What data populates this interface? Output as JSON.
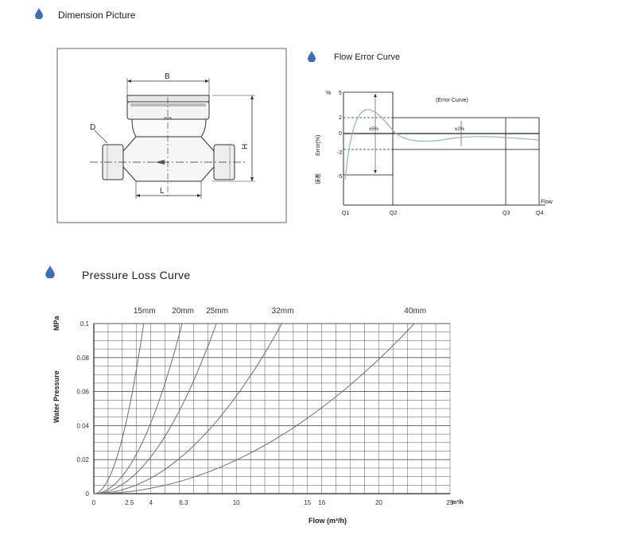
{
  "colors": {
    "accent": "#3b6fb6",
    "grid": "#555555",
    "curve": "#9aa0a6",
    "error_curve": "#8fb8b0"
  },
  "dimension": {
    "title": "Dimension Picture",
    "labels": {
      "b": "B",
      "d": "D",
      "h": "H",
      "l": "L"
    }
  },
  "flow_error": {
    "title": "Flow Error Curve",
    "y_unit": "%",
    "y_label": "Error(%)",
    "y_label_cn": "误差",
    "y_ticks": [
      "5",
      "2",
      "0",
      "-2",
      "-5"
    ],
    "x_label": "Flow",
    "x_ticks": [
      "Q1",
      "Q2",
      "Q3",
      "Q4"
    ],
    "annotation": "(Error Curve)",
    "band_low": "±5%",
    "band_high": "±2%"
  },
  "pressure": {
    "title": "Pressure Loss Curve",
    "y_unit": "MPa",
    "y_label": "Water Pressure",
    "x_label": "Flow (m³/h)",
    "x_unit": "m³/h",
    "y_ticks": [
      "0.1",
      "0.08",
      "0.06",
      "0.04",
      "0.02",
      "0"
    ],
    "x_ticks": [
      "0",
      "2.5",
      "4",
      "6.3",
      "10",
      "15",
      "16",
      "20",
      "25"
    ],
    "curve_labels": [
      "15mm",
      "20mm",
      "25mm",
      "32mm",
      "40mm"
    ]
  },
  "chart_data": {
    "type": "line",
    "title": "Pressure Loss Curve",
    "xlabel": "Flow (m³/h)",
    "ylabel": "Water Pressure",
    "y_unit": "MPa",
    "xlim": [
      0,
      25
    ],
    "ylim": [
      0,
      0.1
    ],
    "grid": true,
    "x": [
      0,
      2.5,
      4,
      6.3,
      10,
      15,
      16,
      20,
      25
    ],
    "series": [
      {
        "name": "15mm",
        "x": [
          0,
          1,
          2,
          3,
          3.5
        ],
        "y": [
          0,
          0.008,
          0.033,
          0.073,
          0.1
        ]
      },
      {
        "name": "20mm",
        "x": [
          0,
          2,
          4,
          5,
          6.2
        ],
        "y": [
          0,
          0.01,
          0.042,
          0.065,
          0.1
        ]
      },
      {
        "name": "25mm",
        "x": [
          0,
          3,
          5,
          7,
          8.6
        ],
        "y": [
          0,
          0.012,
          0.034,
          0.066,
          0.1
        ]
      },
      {
        "name": "32mm",
        "x": [
          0,
          5,
          8,
          11,
          13.2
        ],
        "y": [
          0,
          0.014,
          0.037,
          0.07,
          0.1
        ]
      },
      {
        "name": "40mm",
        "x": [
          0,
          8,
          13,
          18,
          22.5
        ],
        "y": [
          0,
          0.013,
          0.034,
          0.066,
          0.1
        ]
      }
    ]
  }
}
